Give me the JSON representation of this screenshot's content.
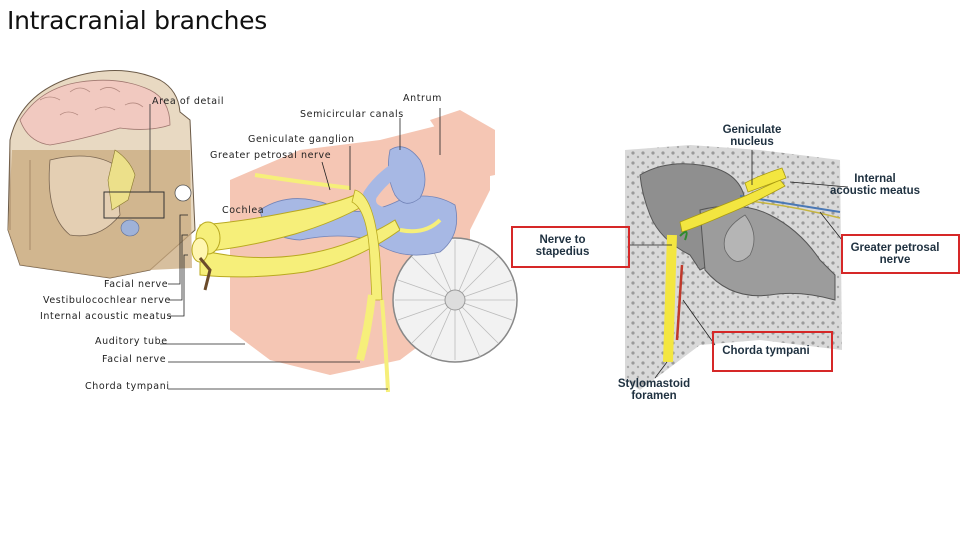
{
  "title": "Intracranial branches",
  "left_figure": {
    "labels": {
      "area_of_detail": "Area of detail",
      "semicircular_canals": "Semicircular canals",
      "antrum": "Antrum",
      "geniculate_ganglion": "Geniculate ganglion",
      "greater_petrosal_nerve": "Greater petrosal nerve",
      "cochlea": "Cochlea",
      "facial_nerve": "Facial nerve",
      "vestibulocochlear_nerve": "Vestibulocochlear nerve",
      "internal_acoustic_meatus": "Internal acoustic meatus",
      "auditory_tube": "Auditory tube",
      "facial_nerve_lower": "Facial nerve",
      "chorda_tympani": "Chorda tympani"
    }
  },
  "right_figure": {
    "labels": {
      "geniculate_nucleus_1": "Geniculate",
      "geniculate_nucleus_2": "nucleus",
      "internal_acoustic_meatus_1": "Internal",
      "internal_acoustic_meatus_2": "acoustic meatus",
      "nerve_to_stapedius_1": "Nerve to",
      "nerve_to_stapedius_2": "stapedius",
      "greater_petrosal_nerve_1": "Greater petrosal",
      "greater_petrosal_nerve_2": "nerve",
      "chorda_tympani": "Chorda tympani",
      "stylomastoid_foramen_1": "Stylomastoid",
      "stylomastoid_foramen_2": "foramen"
    },
    "highlight_color": "#d62828"
  }
}
